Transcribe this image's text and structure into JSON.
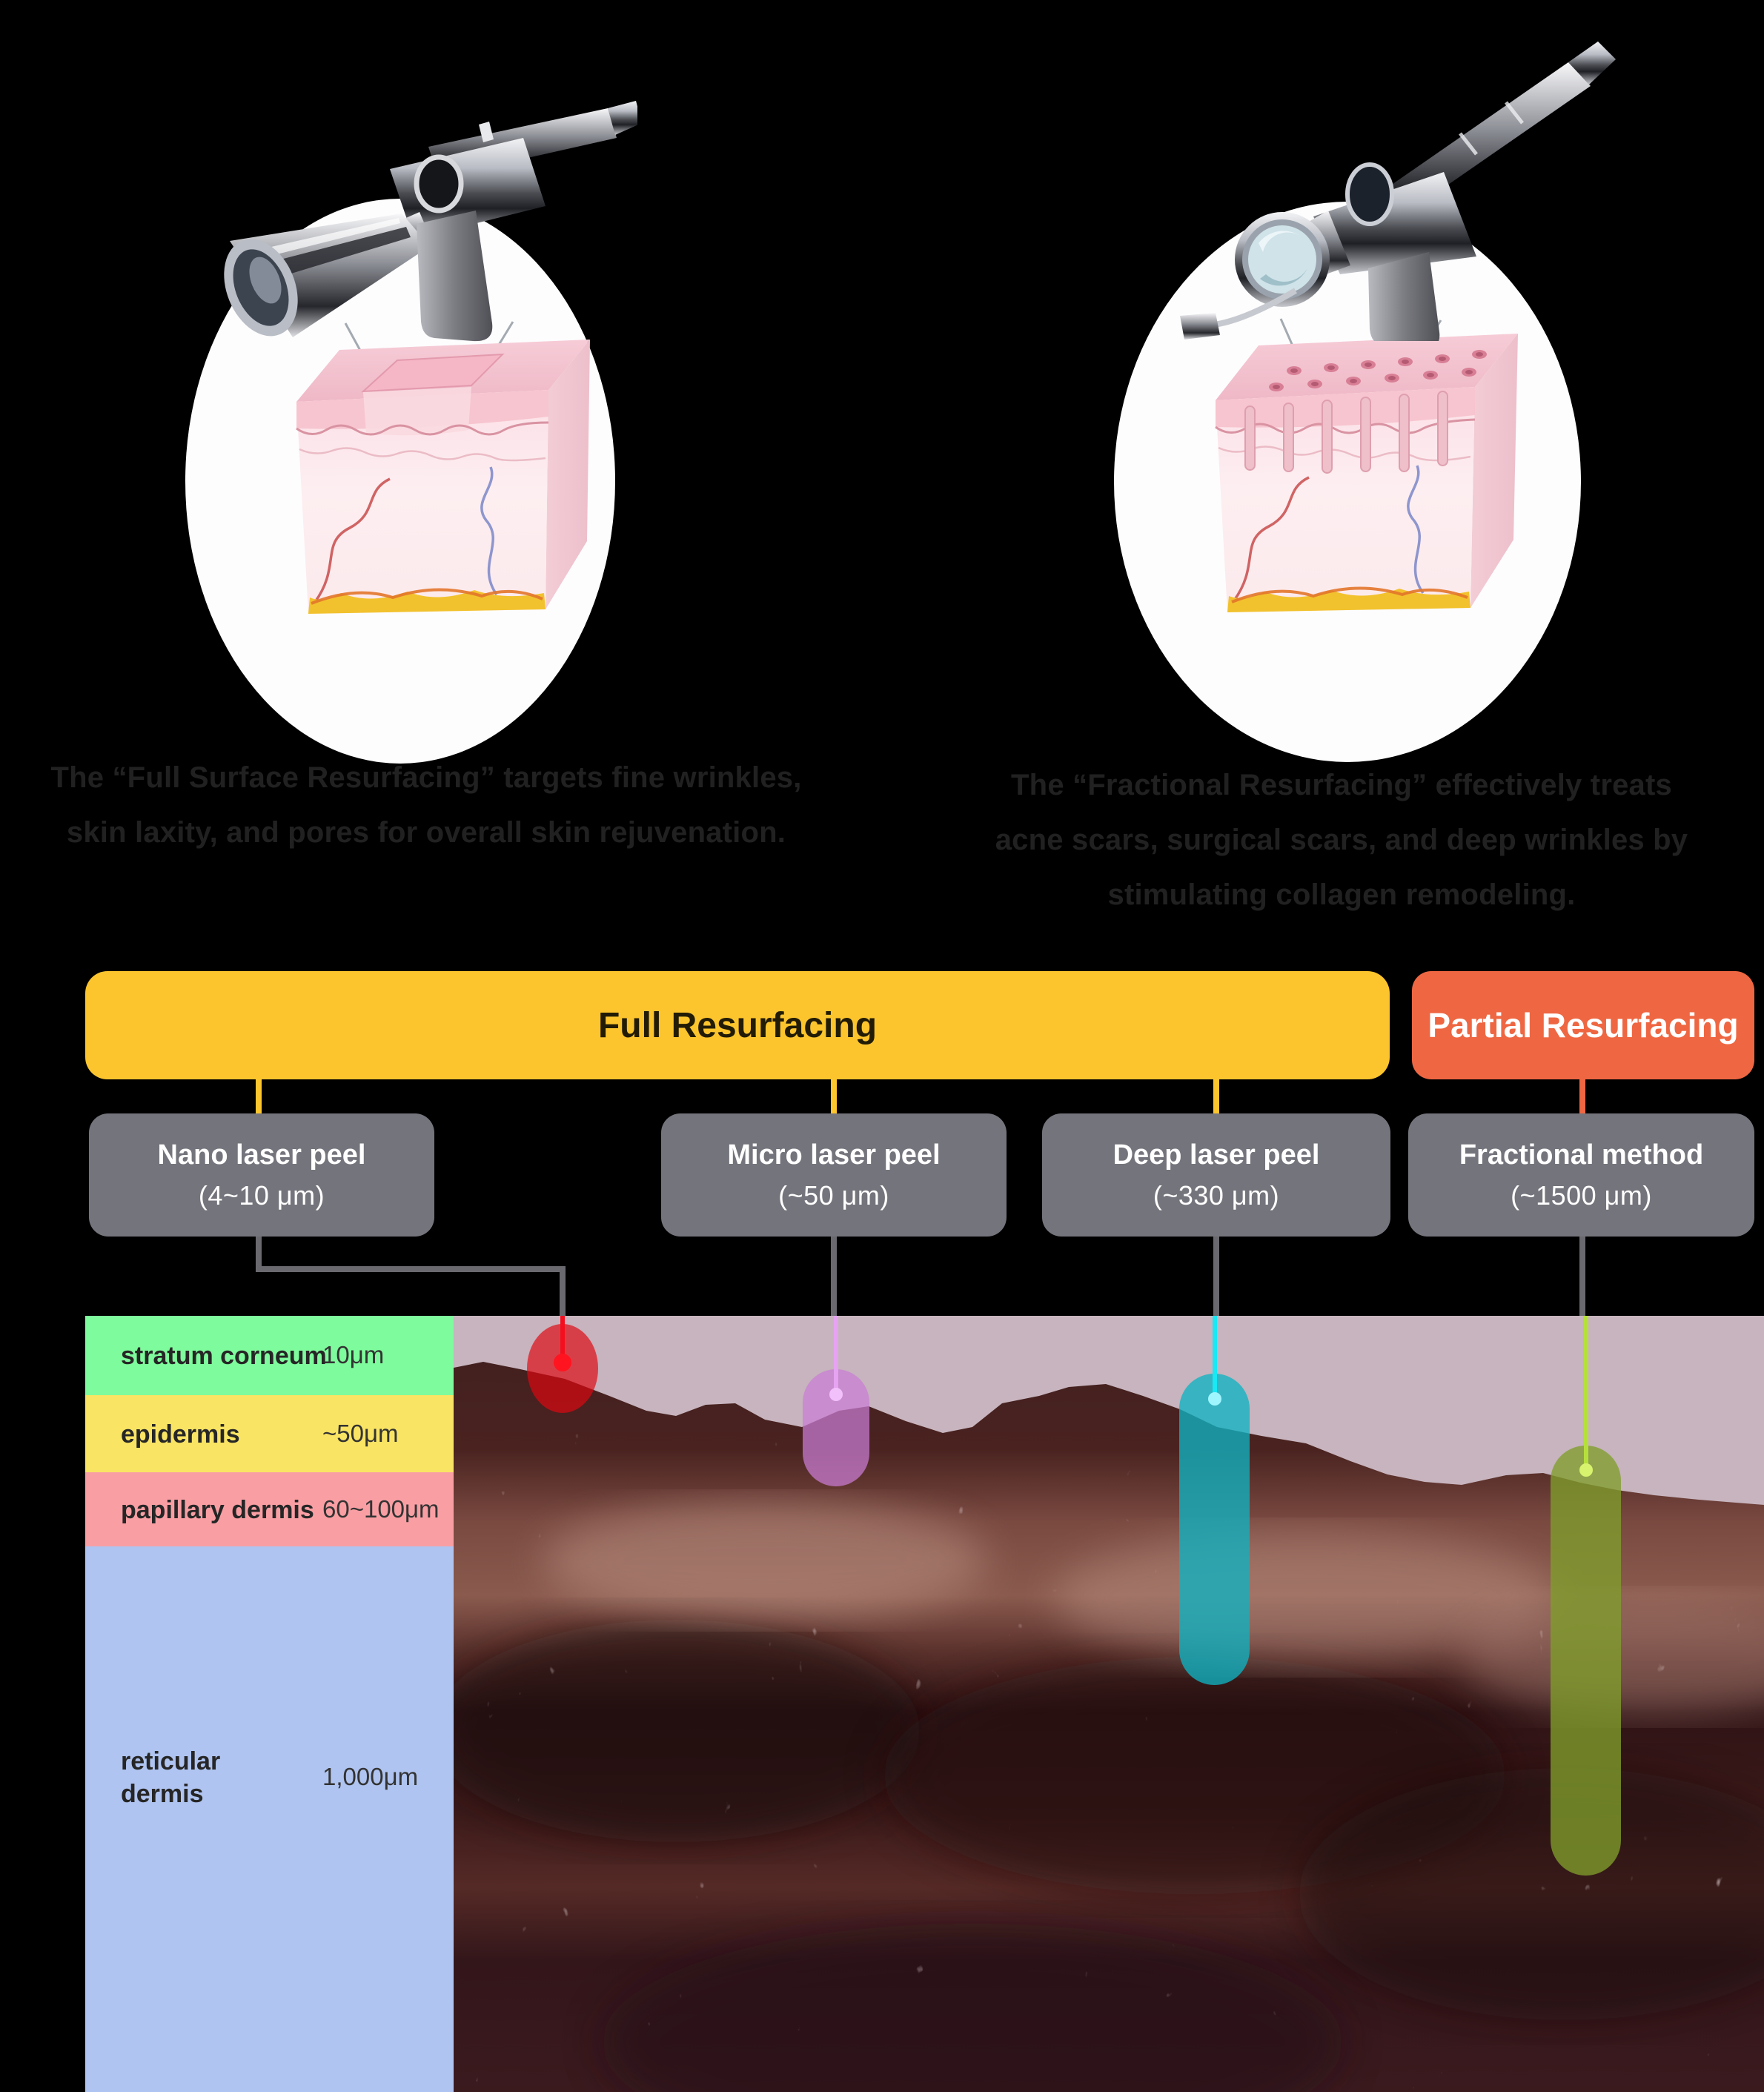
{
  "colors": {
    "background": "#000000",
    "full_bar": "#fdc52d",
    "partial_bar": "#ee6742",
    "method_box": "#74747c",
    "connector_gray": "#69696f",
    "band_green": "#7efb9c",
    "band_yellow": "#f9e464",
    "band_pink": "#f99fa4",
    "band_blue": "#afc4f0",
    "marker_red": "#e30613",
    "marker_violet": "#cd7fd6",
    "marker_cyan": "#0eb7c5",
    "marker_olive": "#82a028"
  },
  "hero": {
    "left_caption": {
      "line1": "The “Full Surface Resurfacing” targets fine wrinkles,",
      "line2": "skin laxity, and pores for overall skin rejuvenation."
    },
    "right_caption": {
      "line1": "The “Fractional Resurfacing” effectively treats",
      "line2": "acne scars, surgical scars, and deep wrinkles by",
      "line3": "stimulating collagen remodeling."
    }
  },
  "flow": {
    "full_label": "Full Resurfacing",
    "partial_label": "Partial Resurfacing",
    "methods": [
      {
        "name": "Nano laser peel",
        "depth": "(4~10 μm)"
      },
      {
        "name": "Micro laser peel",
        "depth": "(~50 μm)"
      },
      {
        "name": "Deep laser peel",
        "depth": "(~330 μm)"
      },
      {
        "name": "Fractional method",
        "depth": "(~1500 μm)"
      }
    ]
  },
  "layers": [
    {
      "label": "stratum corneum",
      "depth": "10μm"
    },
    {
      "label": "epidermis",
      "depth": "~50μm"
    },
    {
      "label": "papillary dermis",
      "depth": "60~100μm"
    },
    {
      "label": "reticular dermis",
      "depth": "1,000μm"
    }
  ]
}
